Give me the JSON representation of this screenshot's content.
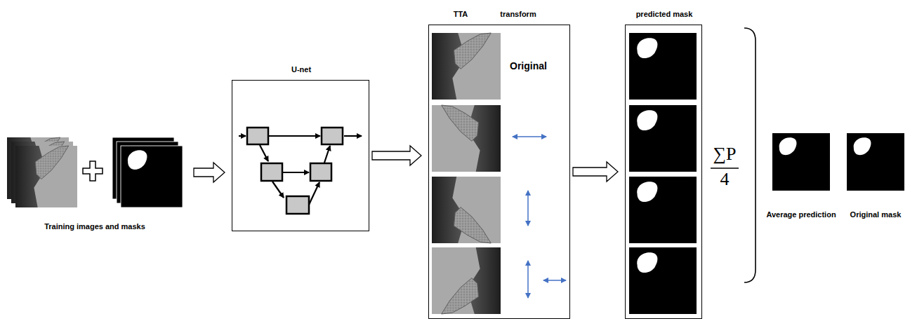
{
  "diagram": {
    "nodes": [
      {
        "text": [
          "U-net"
        ]
      },
      {
        "text": [
          "TTA",
          "transform",
          "Original"
        ]
      },
      {
        "text": [
          "predicted mask"
        ]
      }
    ],
    "edges": [
      {
        "from": 0,
        "to": 1,
        "arrow": "to"
      },
      {
        "from": 1,
        "to": 2,
        "arrow": "to"
      }
    ],
    "labels": [
      "Training images and masks",
      "∑P",
      "4",
      "Average prediction",
      "Original mask"
    ]
  }
}
